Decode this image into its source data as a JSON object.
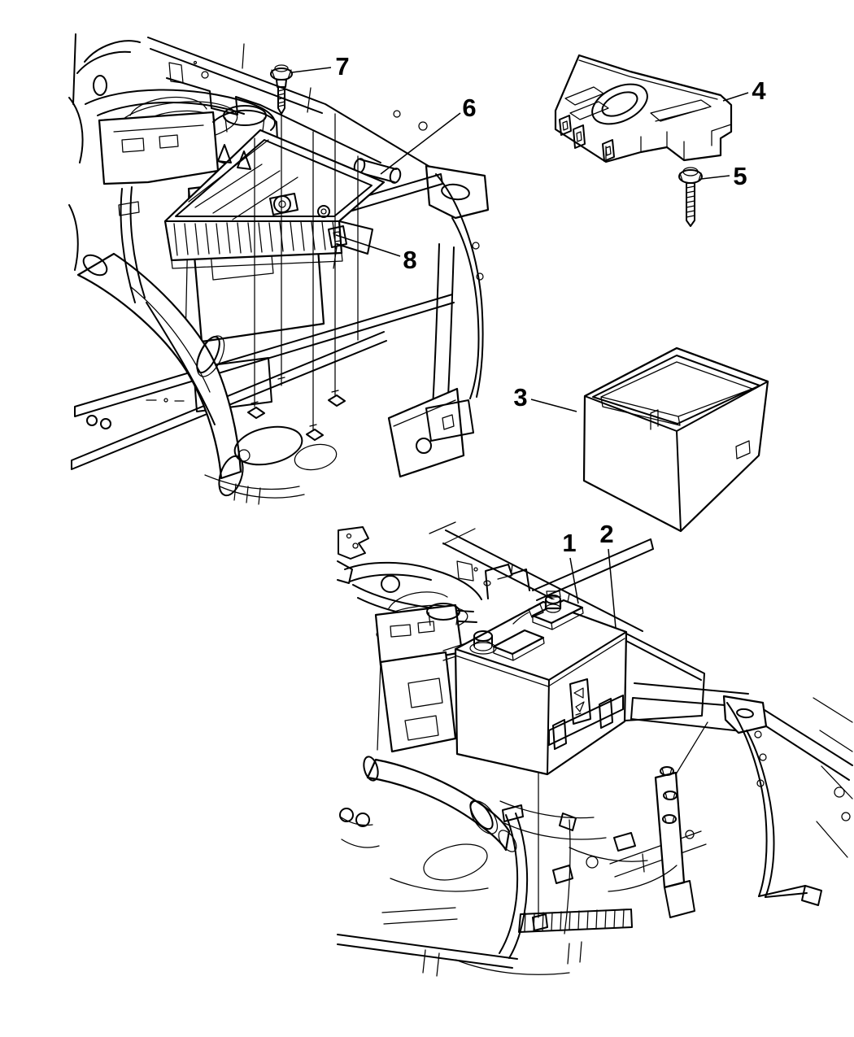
{
  "figure": {
    "background_color": "#ffffff",
    "line_color": "#000000",
    "callouts": {
      "c1": "1",
      "c2": "2",
      "c3": "3",
      "c4": "4",
      "c5": "5",
      "c6": "6",
      "c7": "7",
      "c8": "8"
    }
  }
}
